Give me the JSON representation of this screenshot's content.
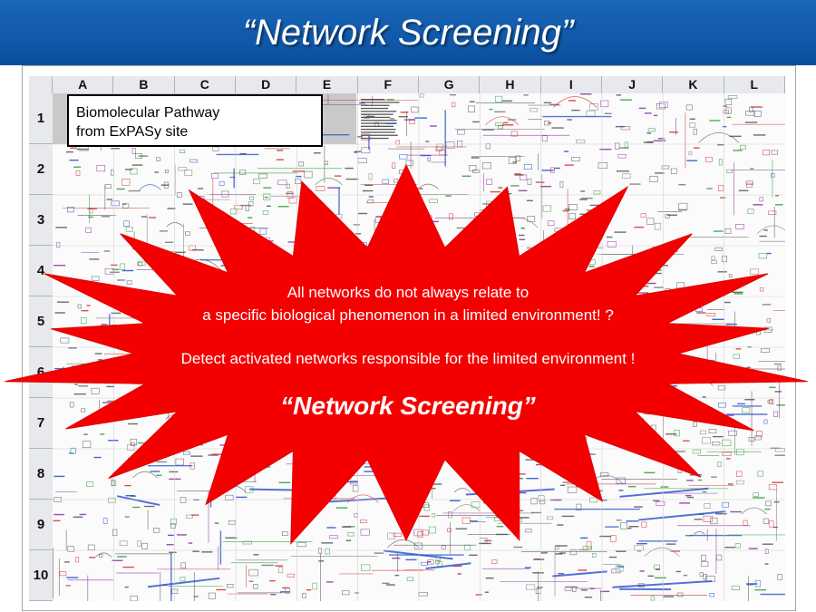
{
  "slide": {
    "title": "“Network Screening”"
  },
  "spreadsheet": {
    "columns": [
      "A",
      "B",
      "C",
      "D",
      "E",
      "F",
      "G",
      "H",
      "I",
      "J",
      "K",
      "L"
    ],
    "rows": [
      "1",
      "2",
      "3",
      "4",
      "5",
      "6",
      "7",
      "8",
      "9",
      "10"
    ]
  },
  "caption": {
    "line1": "Biomolecular Pathway",
    "line2": "from ExPASy site"
  },
  "burst": {
    "line1": "All networks do not always relate to",
    "line2": "a specific biological phenomenon in a limited  environment! ?",
    "line3": "Detect activated networks responsible for the limited environment !",
    "headline": "“Network Screening”",
    "color": "#f40000"
  },
  "colors": {
    "title_bar": "#0d56a6",
    "burst": "#f40000"
  }
}
